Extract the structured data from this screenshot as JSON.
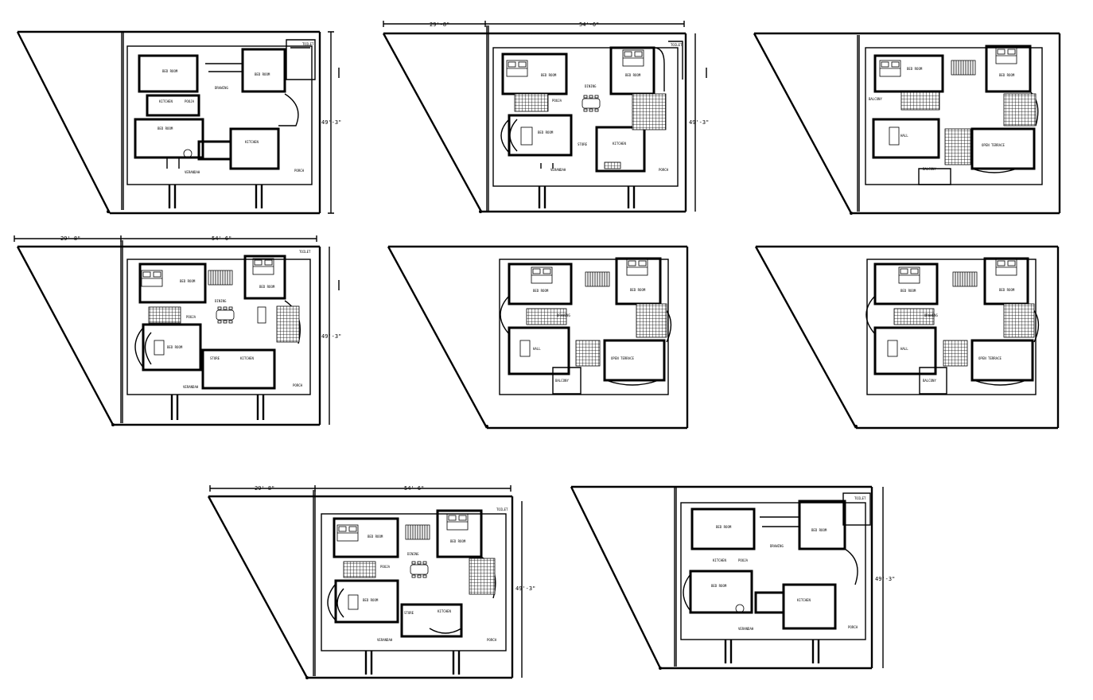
{
  "sheet": {
    "title": ""
  },
  "dimensions": {
    "setback_width": "29'-8\"",
    "plot_width": "54'-6\"",
    "plot_depth": "49'-3\""
  },
  "room_labels": {
    "bed_room": "BED ROOM",
    "kitchen": "KITCHEN",
    "drawing": "DRAWING",
    "dining": "DINING",
    "hall": "HALL",
    "pooja": "POOJA",
    "toilet": "TOILET",
    "porch": "PORCH",
    "verandah": "VERANDAH",
    "balcony": "BALCONY",
    "open_terrace": "OPEN TERRACE",
    "store": "STORE"
  },
  "plans": [
    {
      "name": "ground-floor-wall-layout-a"
    },
    {
      "name": "ground-floor-furnished-a"
    },
    {
      "name": "first-floor-furnished-a"
    },
    {
      "name": "ground-floor-furnished-b"
    },
    {
      "name": "first-floor-furnished-b"
    },
    {
      "name": "first-floor-furnished-c"
    },
    {
      "name": "ground-floor-furnished-c"
    },
    {
      "name": "ground-floor-wall-layout-b"
    }
  ]
}
